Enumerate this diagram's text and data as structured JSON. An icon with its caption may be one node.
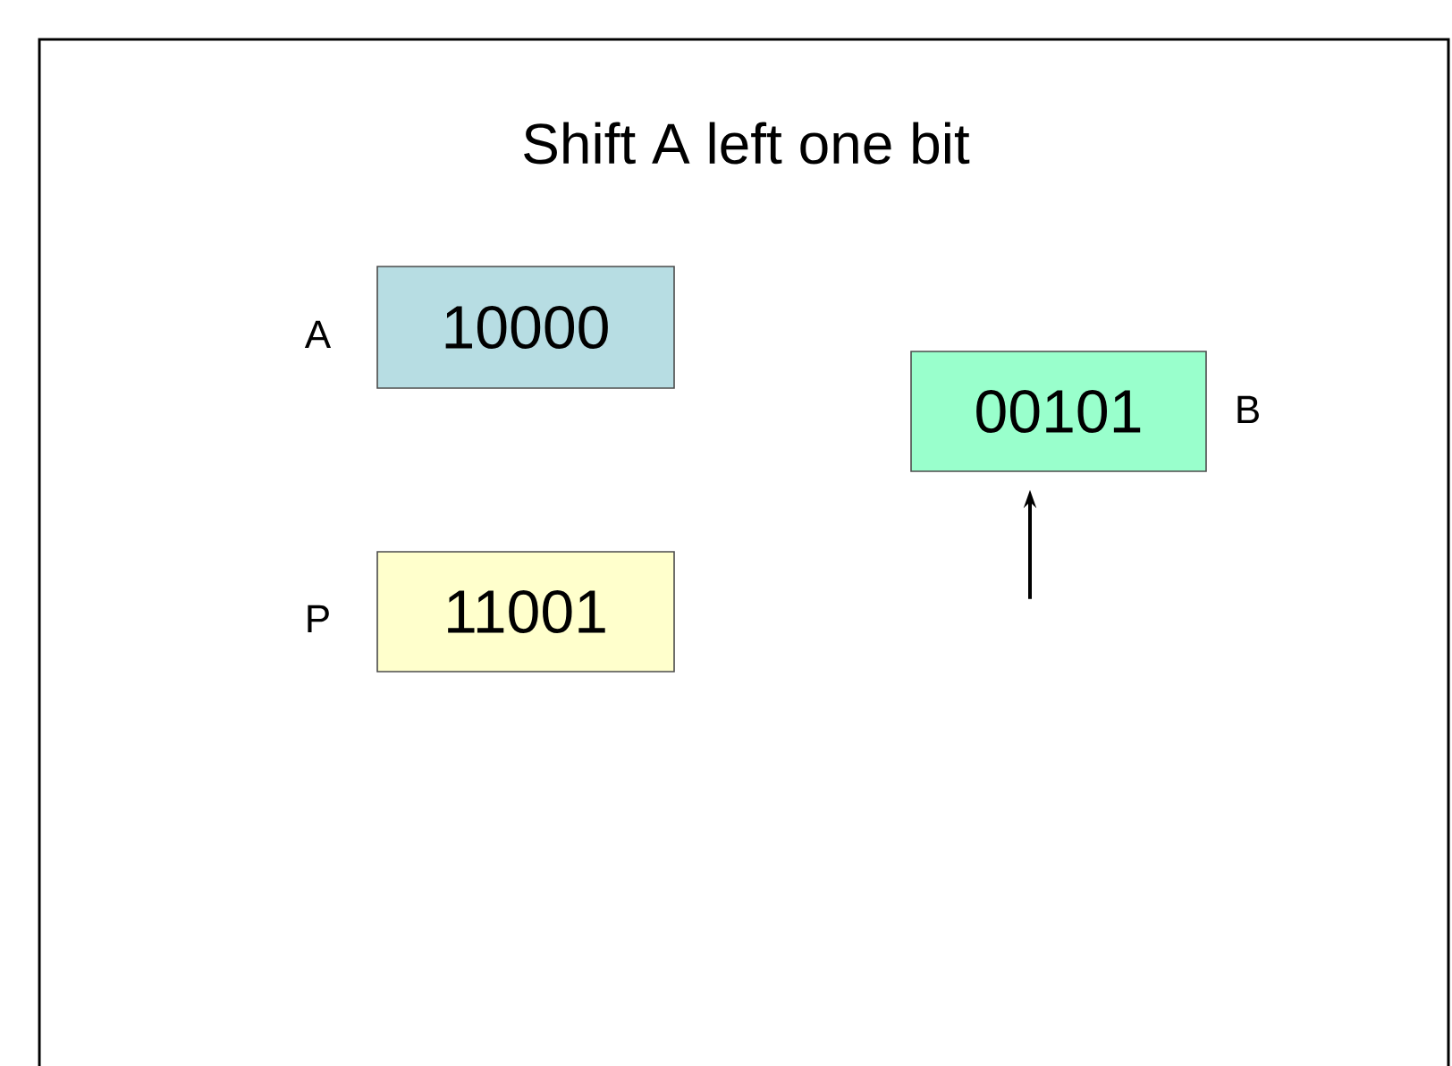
{
  "diagram": {
    "title": "Shift A left one bit",
    "nodes": [
      {
        "text": [
          "10000"
        ],
        "beside": [
          "A"
        ]
      },
      {
        "text": [
          "11001"
        ],
        "beside": [
          "P"
        ]
      },
      {
        "text": [
          "00101"
        ],
        "beside": [
          "B"
        ]
      }
    ],
    "edges": [
      {
        "from": null,
        "to": 2,
        "arrow": "to"
      }
    ]
  }
}
